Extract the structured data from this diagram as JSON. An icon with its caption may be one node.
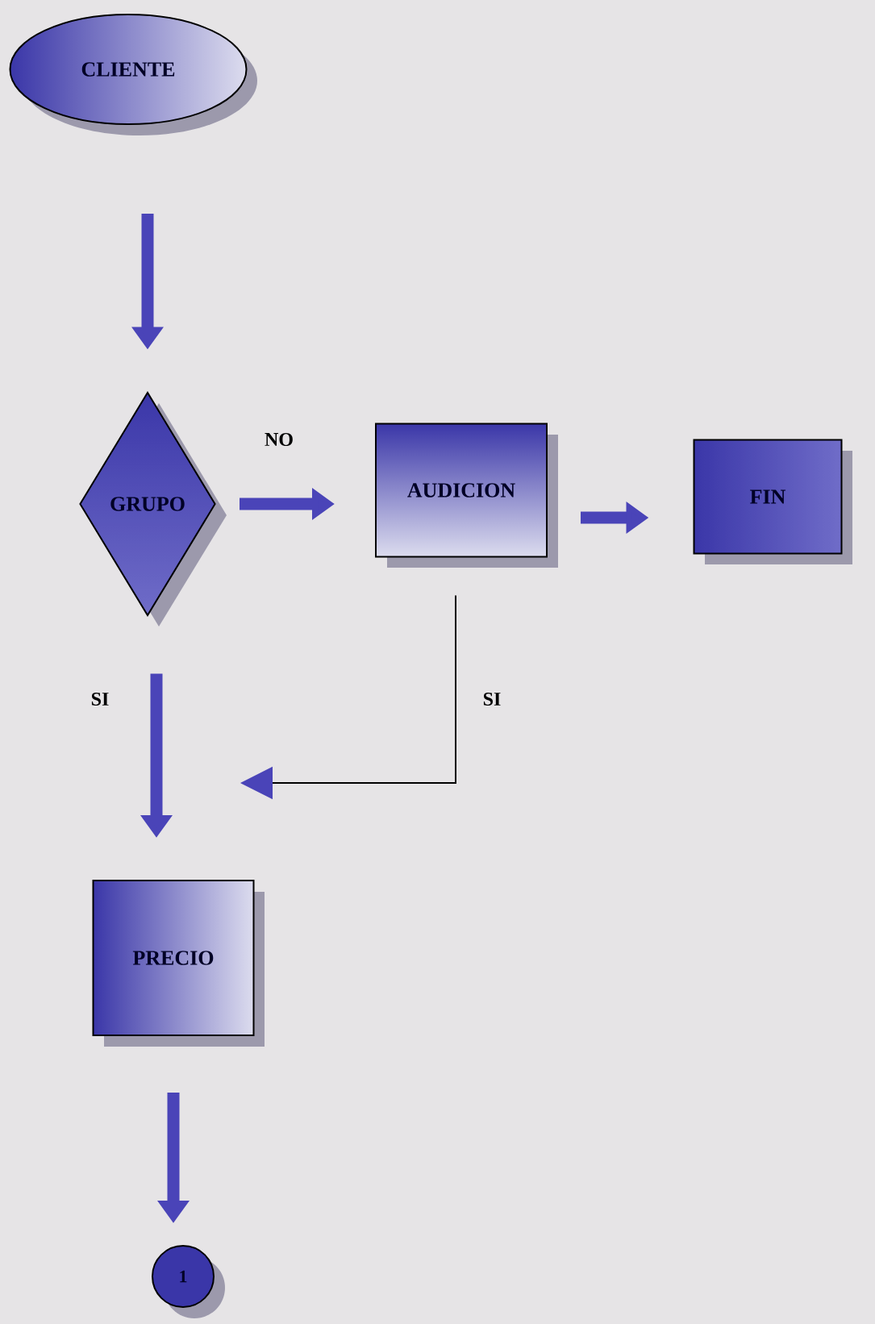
{
  "diagram": {
    "nodes": [
      {
        "text": [
          "CLIENTE"
        ]
      },
      {
        "text": [
          "GRUPO"
        ]
      },
      {
        "text": [
          "AUDICION"
        ]
      },
      {
        "text": [
          "FIN"
        ]
      },
      {
        "text": [
          "PRECIO"
        ]
      },
      {
        "text": [
          "1"
        ]
      }
    ],
    "edges": [
      {
        "from": 0,
        "to": 1,
        "arrow": "to"
      },
      {
        "from": 1,
        "to": 2,
        "arrow": "to",
        "label": "NO"
      },
      {
        "from": 2,
        "to": 3,
        "arrow": "to"
      },
      {
        "from": 1,
        "to": 4,
        "arrow": "to",
        "label": "SI"
      },
      {
        "from": 2,
        "to": 4,
        "arrow": "to",
        "label": "SI",
        "color": "#000000"
      },
      {
        "from": 4,
        "to": 5,
        "arrow": "to"
      }
    ]
  }
}
